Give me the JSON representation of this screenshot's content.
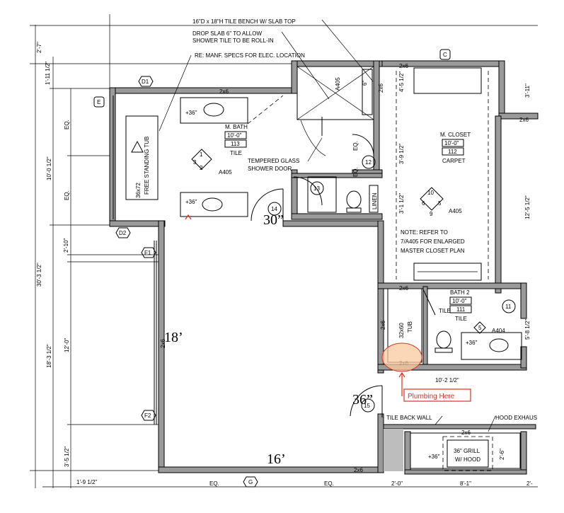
{
  "notes": {
    "bench": "16\"D x 18\"H TILE BENCH W/ SLAB TOP",
    "drop_slab_1": "DROP SLAB 6\" TO ALLOW",
    "drop_slab_2": "SHOWER TILE TO BE ROLL-IN",
    "elec": "RE: MANF. SPECS FOR ELEC. LOCATION",
    "glass_1": "TEMPERED GLASS",
    "glass_2": "SHOWER DOOR",
    "closet_1": "NOTE: REFER TO",
    "closet_2": "7/A405 FOR ENLARGED",
    "closet_3": "MASTER CLOSET PLAN",
    "tile_back": "TILE BACK WALL",
    "hood": "HOOD EXHAUS",
    "plumbing": "Plumbing Here"
  },
  "rooms": {
    "mbath": {
      "name": "M. BATH",
      "dim": "10'-0\"",
      "num": "113",
      "finish": "TILE"
    },
    "mcloset": {
      "name": "M. CLOSET",
      "dim": "10'-0\"",
      "num": "112",
      "finish": "CARPET"
    },
    "bath2": {
      "name": "BATH 2",
      "dim": "10'-0\"",
      "num": "111",
      "finish": "TILE"
    }
  },
  "fixtures": {
    "tub": "36x72",
    "tub_label": "FREE STANDING TUB",
    "tub2": "32x60",
    "tub2_label": "TUB",
    "linen": "LINEN",
    "grill_1": "36\" GRILL",
    "grill_2": "W/ HOOD",
    "tile": "TILE",
    "counter": "+36\""
  },
  "tags": {
    "d1": "D1",
    "d2": "D2",
    "e": "E",
    "c": "C",
    "f1": "F1",
    "f2": "F2",
    "g": "G",
    "n11": "11",
    "n12": "12",
    "n13": "13",
    "n14": "14",
    "n15": "15",
    "a404": "A404",
    "a405": "A405",
    "k1": "1",
    "k2": "2",
    "k3": "3",
    "k5": "5",
    "k6": "6",
    "k9": "9",
    "k10": "10"
  },
  "wall_labels": {
    "w2x6": "2x6"
  },
  "dimensions": {
    "d_2_7": "2'-7\"",
    "d_1_11h": "1'-11 1/2\"",
    "d_10_0h": "10'-0 1/2\"",
    "d_eq": "EQ.",
    "d_30_3h": "30'-3 1/2\"",
    "d_2_10": "2'-10\"",
    "d_18_3h": "18'-3 1/2\"",
    "d_12_0": "12'-0\"",
    "d_3_5h": "3'-5 1/2\"",
    "d_1_9h": "1'-9 1/2\"",
    "d_4_5h": "4'-5 1/2\"",
    "d_3_9h": "3'-9 1/2\"",
    "d_3_1h": "3'-1 1/2\"",
    "d_3_11": "3'-11\"",
    "d_12_5h": "12'-5 1/2\"",
    "d_5_8h": "5'-8 1/2\"",
    "d_10_2h": "10'-2 1/2\"",
    "d_2_0": "2'-0\"",
    "d_8_1": "8'-1\"",
    "d_2_6": "2'-6\"",
    "d_6": "6\"",
    "d_2": "2'-"
  },
  "handwritten": {
    "door30": "30”",
    "wall18": "18’",
    "wall16": "16’",
    "door36": "36”"
  }
}
